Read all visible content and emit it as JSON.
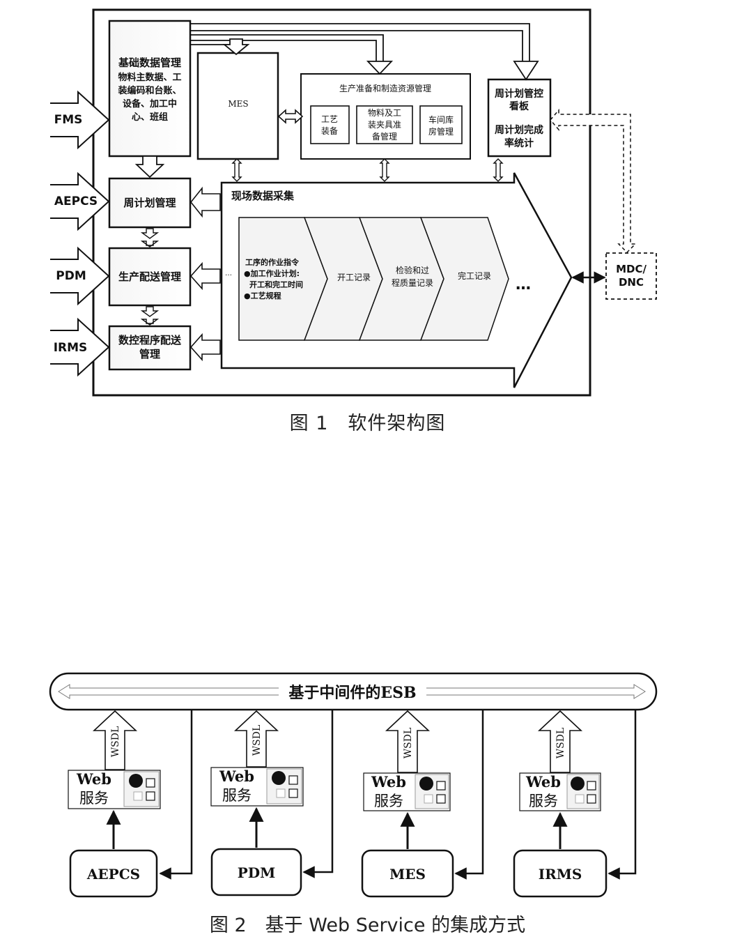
{
  "figure1": {
    "caption": "图 1　软件架构图",
    "inputs": [
      "FMS",
      "AEPCS",
      "PDM",
      "IRMS"
    ],
    "basic_data": {
      "title": "基础数据管理",
      "lines": [
        "物料主数据、工",
        "装编码和台账、",
        "设备、加工中",
        "心、班组"
      ]
    },
    "weekly_plan": "周计划管理",
    "distribution": "生产配送管理",
    "nc_program": [
      "数控程序配送",
      "管理"
    ],
    "mes": "MES",
    "prep": {
      "title": "生产准备和制造资源管理",
      "box1": [
        "工艺",
        "装备"
      ],
      "box2": [
        "物料及工",
        "装夹具准",
        "备管理"
      ],
      "box3": [
        "车间库",
        "房管理"
      ]
    },
    "kanban": [
      "周计划管控",
      "看板",
      "",
      "周计划完成",
      "率统计"
    ],
    "field": {
      "title": "现场数据采集",
      "stage1": [
        "工序的作业指令",
        "●加工作业计划:",
        "开工和完工时间",
        "●工艺规程"
      ],
      "stage2": "开工记录",
      "stage3": [
        "检验和过",
        "程质量记录"
      ],
      "stage4": "完工记录",
      "more": "…",
      "dots": "…",
      "left_dots": "…"
    },
    "mdc": [
      "MDC/",
      "DNC"
    ]
  },
  "figure2": {
    "caption": "图 2　基于 Web Service 的集成方式",
    "esb": "基于中间件的ESB",
    "wsdl": "WSDL",
    "web_service": [
      "Web",
      "服务"
    ],
    "systems": [
      "AEPCS",
      "PDM",
      "MES",
      "IRMS"
    ]
  },
  "colors": {
    "line": "#111111",
    "bg": "#ffffff",
    "panel": "#f4f4f4"
  }
}
